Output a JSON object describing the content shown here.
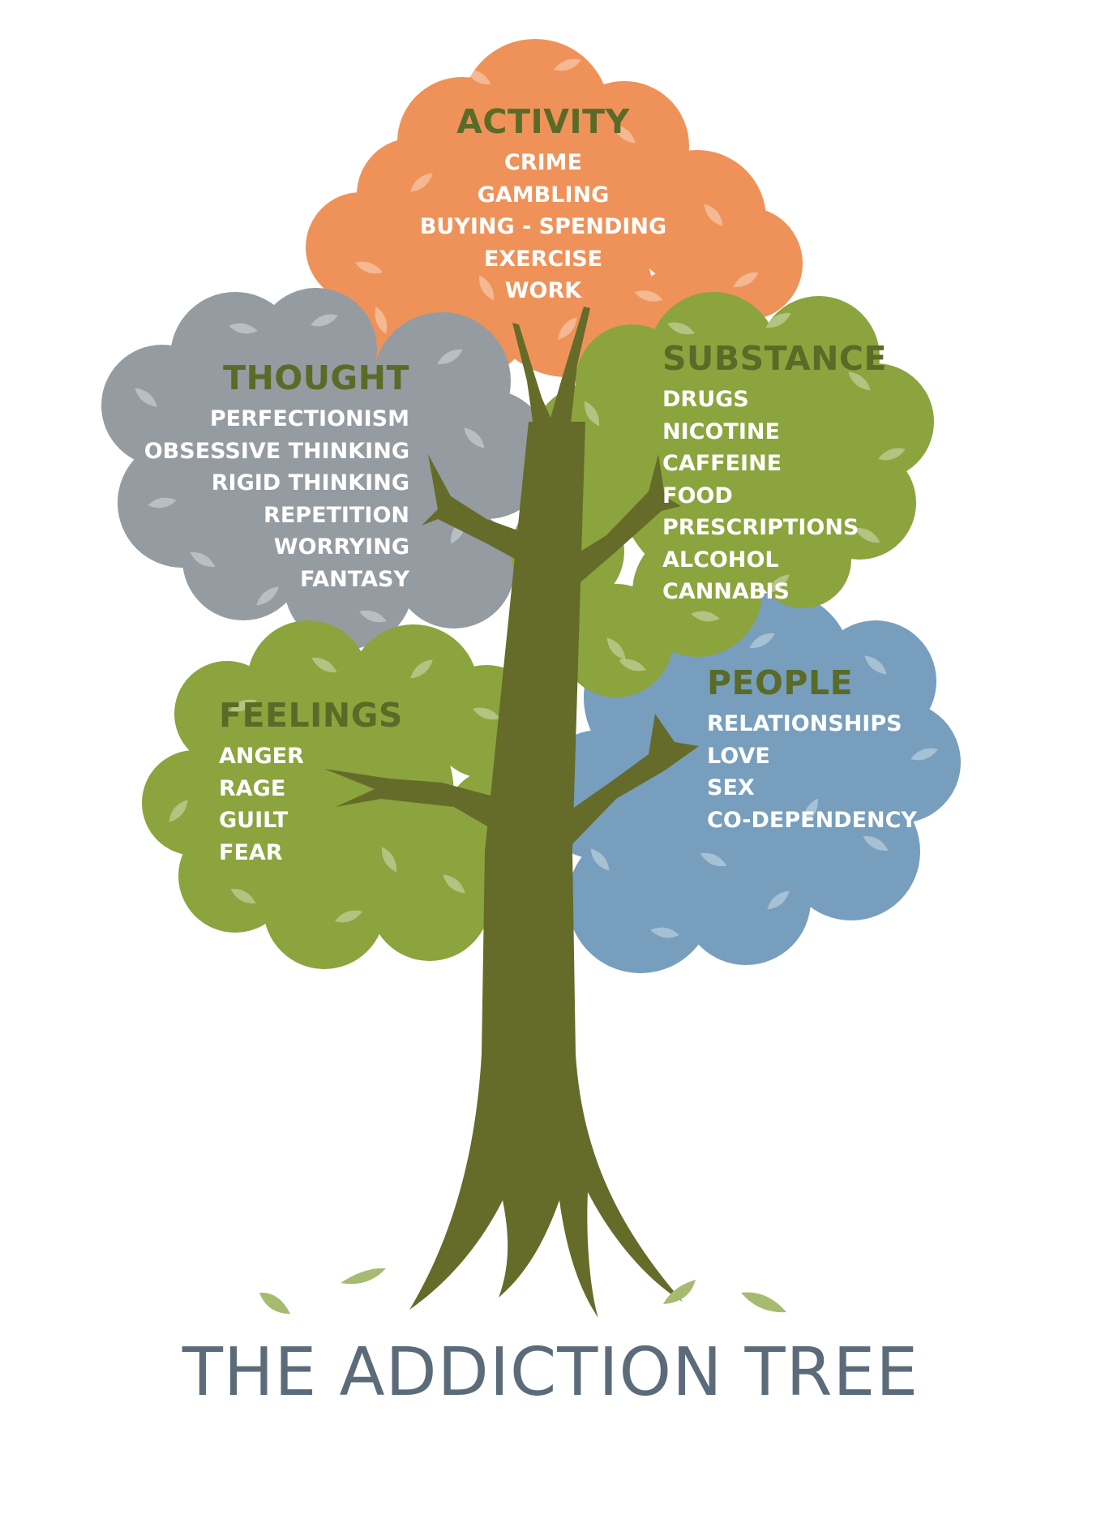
{
  "title": "THE ADDICTION TREE",
  "colors": {
    "activity": "#ef9259",
    "thought": "#949ba1",
    "substance": "#8ba43e",
    "feelings": "#8ba43e",
    "people": "#779ebd",
    "trunk": "#656b29",
    "heading": "#5a6b27",
    "item_text": "#ffffff",
    "title": "#5c6b7a",
    "fallen_leaf": "#a7bb70"
  },
  "categories": {
    "activity": {
      "heading": "ACTIVITY",
      "items": [
        "CRIME",
        "GAMBLING",
        "BUYING - SPENDING",
        "EXERCISE",
        "WORK"
      ]
    },
    "thought": {
      "heading": "THOUGHT",
      "items": [
        "PERFECTIONISM",
        "OBSESSIVE THINKING",
        "RIGID THINKING",
        "REPETITION",
        "WORRYING",
        "FANTASY"
      ]
    },
    "substance": {
      "heading": "SUBSTANCE",
      "items": [
        "DRUGS",
        "NICOTINE",
        "CAFFEINE",
        "FOOD",
        "PRESCRIPTIONS",
        "ALCOHOL",
        "CANNABIS"
      ]
    },
    "feelings": {
      "heading": "FEELINGS",
      "items": [
        "ANGER",
        "RAGE",
        "GUILT",
        "FEAR"
      ]
    },
    "people": {
      "heading": "PEOPLE",
      "items": [
        "RELATIONSHIPS",
        "LOVE",
        "SEX",
        "CO-DEPENDENCY"
      ]
    }
  }
}
